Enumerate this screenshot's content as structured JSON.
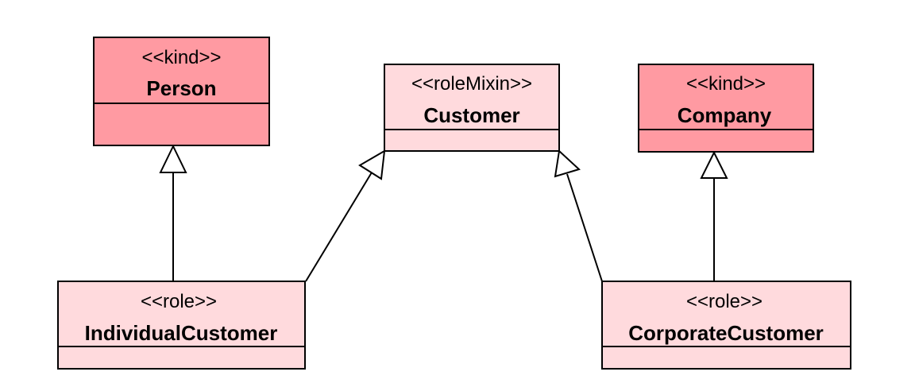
{
  "colors": {
    "kind_fill": "#FF9AA2",
    "role_fill": "#FFDADD",
    "stroke": "#000000"
  },
  "classes": [
    {
      "id": "person",
      "stereotype": "<<kind>>",
      "name": "Person",
      "category": "kind"
    },
    {
      "id": "customer",
      "stereotype": "<<roleMixin>>",
      "name": "Customer",
      "category": "role"
    },
    {
      "id": "company",
      "stereotype": "<<kind>>",
      "name": "Company",
      "category": "kind"
    },
    {
      "id": "individual-customer",
      "stereotype": "<<role>>",
      "name": "IndividualCustomer",
      "category": "role"
    },
    {
      "id": "corporate-customer",
      "stereotype": "<<role>>",
      "name": "CorporateCustomer",
      "category": "role"
    }
  ],
  "generalizations": [
    {
      "from": "IndividualCustomer",
      "to": "Person"
    },
    {
      "from": "IndividualCustomer",
      "to": "Customer"
    },
    {
      "from": "CorporateCustomer",
      "to": "Customer"
    },
    {
      "from": "CorporateCustomer",
      "to": "Company"
    }
  ]
}
